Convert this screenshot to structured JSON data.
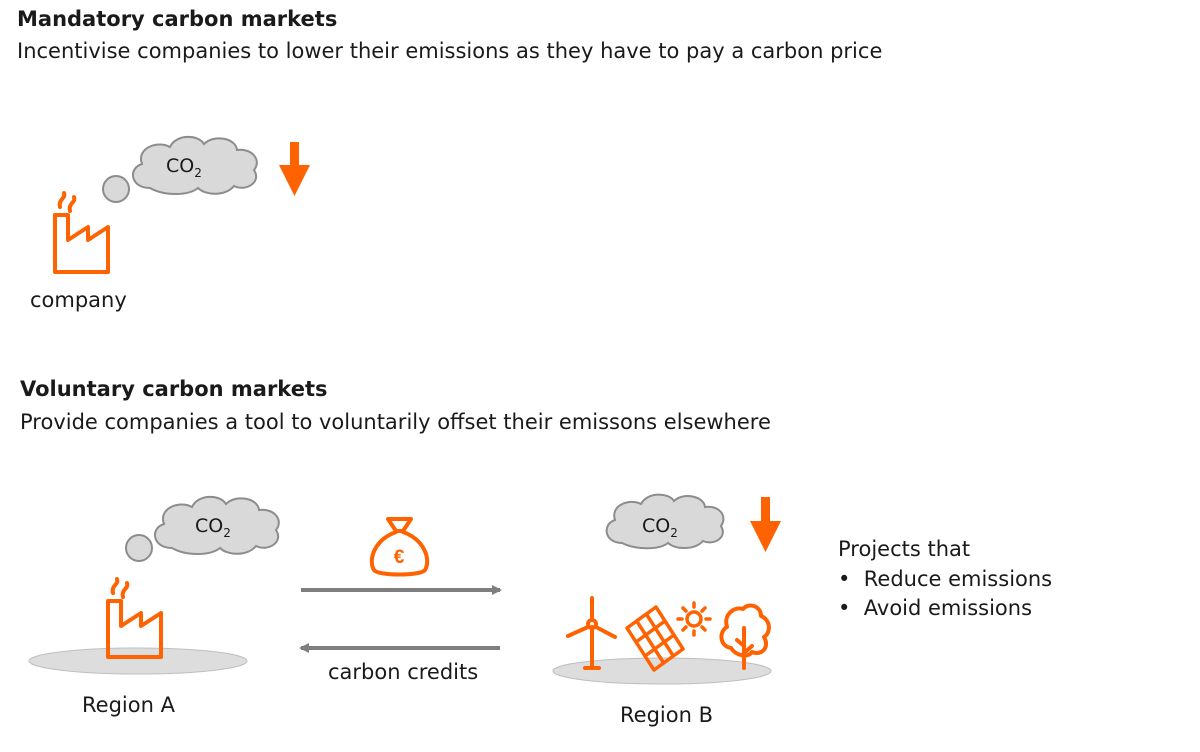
{
  "mandatory": {
    "title": "Mandatory carbon markets",
    "subtitle": "Incentivise companies to lower their emissions as they have to pay a carbon price",
    "co2_main": "CO",
    "co2_sub": "2",
    "company_label": "company"
  },
  "voluntary": {
    "title": "Voluntary carbon markets",
    "subtitle": "Provide companies a tool to voluntarily offset their emissons elsewhere",
    "co2_main": "CO",
    "co2_sub": "2",
    "currency_symbol": "€",
    "carbon_credits_label": "carbon credits",
    "region_a_label": "Region A",
    "region_b_label": "Region B",
    "projects_title": "Projects that",
    "projects_items": [
      "Reduce emissions",
      "Avoid emissions"
    ],
    "bullet": "•"
  },
  "colors": {
    "accent": "#FF6200",
    "cloud_fill": "#D9D9D9",
    "cloud_stroke": "#8C8C8C",
    "arrow_gray": "#7F7F7F",
    "ground": "#DDDDDD"
  }
}
